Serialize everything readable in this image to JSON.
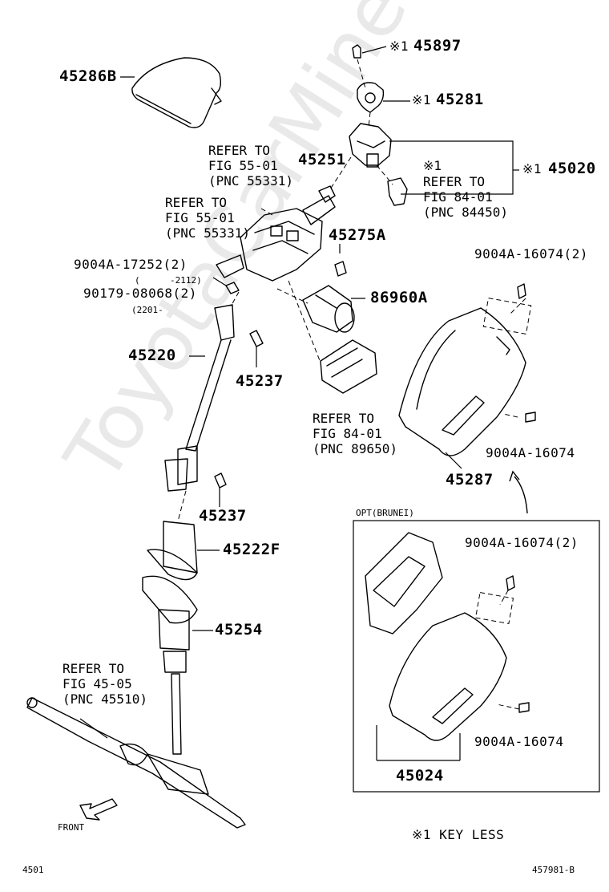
{
  "watermark": "ToyotaCarMine.ru",
  "parts": {
    "p45286B": "45286B",
    "p45897": "45897",
    "p45281": "45281",
    "p45020": "45020",
    "p45251": "45251",
    "p45275A": "45275A",
    "p86960A": "86960A",
    "p45220": "45220",
    "p45237a": "45237",
    "p45237b": "45237",
    "p45222F": "45222F",
    "p45254": "45254",
    "p45287": "45287",
    "p45024": "45024",
    "bolt_top": "9004A-16074(2)",
    "bolt_mid": "9004A-16074",
    "bolt_opt_top": "9004A-16074(2)",
    "bolt_opt_bot": "9004A-16074",
    "bolt_17252": "9004A-17252(2)",
    "nut_08068": "90179-08068(2)",
    "sub_2112": "-2112)",
    "sub_2201": "(2201-"
  },
  "marks": {
    "mark45897": "※1",
    "mark45281": "※1",
    "mark45020": "※1",
    "mark84450": "※1"
  },
  "refs": {
    "ref55331_a": [
      "REFER TO",
      "FIG 55-01",
      "(PNC 55331)"
    ],
    "ref55331_b": [
      "REFER TO",
      "FIG 55-01",
      "(PNC 55331)"
    ],
    "ref84450": [
      "REFER TO",
      "FIG 84-01",
      "(PNC 84450)"
    ],
    "ref89650": [
      "REFER TO",
      "FIG 84-01",
      "(PNC 89650)"
    ],
    "ref45510": [
      "REFER TO",
      "FIG 45-05",
      "(PNC 45510)"
    ]
  },
  "opt_label": "OPT(BRUNEI)",
  "front_label": "FRONT",
  "footnote": "※1 KEY LESS",
  "page_left": "4501",
  "page_right": "457981-B"
}
